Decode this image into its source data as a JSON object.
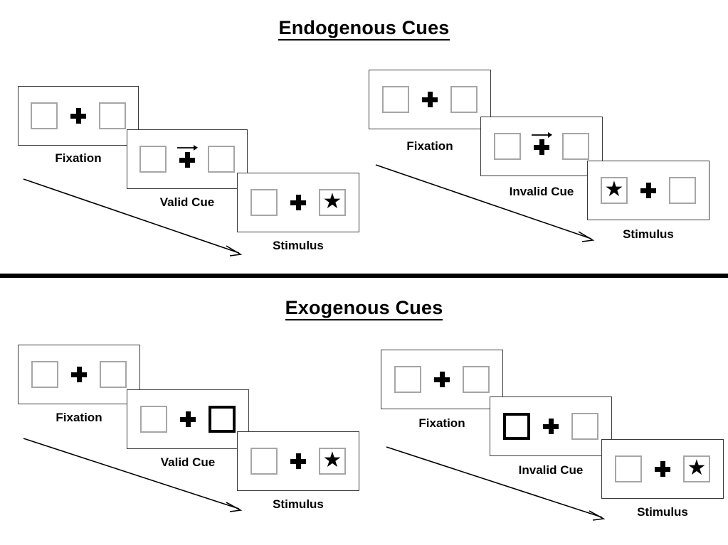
{
  "sections": [
    {
      "id": "endogenous",
      "title": "Endogenous Cues",
      "groups": [
        {
          "id": "endogenous-valid",
          "panels": [
            {
              "label": "Fixation",
              "cue_type": "none",
              "left_box": "empty",
              "right_box": "empty",
              "arrow_cue": false
            },
            {
              "label": "Valid Cue",
              "cue_type": "arrow",
              "left_box": "empty",
              "right_box": "empty",
              "arrow_cue": true,
              "arrow_direction": "right"
            },
            {
              "label": "Stimulus",
              "cue_type": "target",
              "left_box": "empty",
              "right_box": "star",
              "arrow_cue": false
            }
          ]
        },
        {
          "id": "endogenous-invalid",
          "panels": [
            {
              "label": "Fixation",
              "cue_type": "none",
              "left_box": "empty",
              "right_box": "empty",
              "arrow_cue": false
            },
            {
              "label": "Invalid Cue",
              "cue_type": "arrow",
              "left_box": "empty",
              "right_box": "empty",
              "arrow_cue": true,
              "arrow_direction": "right"
            },
            {
              "label": "Stimulus",
              "cue_type": "target",
              "left_box": "star",
              "right_box": "empty",
              "arrow_cue": false
            }
          ]
        }
      ]
    },
    {
      "id": "exogenous",
      "title": "Exogenous Cues",
      "groups": [
        {
          "id": "exogenous-valid",
          "panels": [
            {
              "label": "Fixation",
              "cue_type": "none",
              "left_box": "empty",
              "right_box": "empty",
              "arrow_cue": false
            },
            {
              "label": "Valid Cue",
              "cue_type": "highlight",
              "left_box": "empty",
              "right_box": "cued",
              "arrow_cue": false
            },
            {
              "label": "Stimulus",
              "cue_type": "target",
              "left_box": "empty",
              "right_box": "star",
              "arrow_cue": false
            }
          ]
        },
        {
          "id": "exogenous-invalid",
          "panels": [
            {
              "label": "Fixation",
              "cue_type": "none",
              "left_box": "empty",
              "right_box": "empty",
              "arrow_cue": false
            },
            {
              "label": "Invalid Cue",
              "cue_type": "highlight",
              "left_box": "cued",
              "right_box": "empty",
              "arrow_cue": false
            },
            {
              "label": "Stimulus",
              "cue_type": "target",
              "left_box": "empty",
              "right_box": "star",
              "arrow_cue": false
            }
          ]
        }
      ]
    }
  ],
  "glyphs": {
    "star": "★",
    "fixation_cross": "plus-sign",
    "cue_arrow": "right-arrow",
    "flow_arrow": "diagonal-arrow"
  },
  "colors": {
    "stroke": "#3a3a3a",
    "box_border": "#a6a6a6",
    "cued_border": "#000000",
    "target": "#000000",
    "divider": "#000000",
    "background": "#ffffff"
  }
}
